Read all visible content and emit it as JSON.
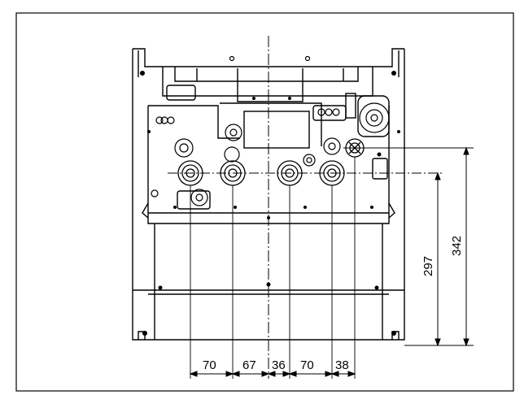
{
  "dimensions": {
    "horizontal": [
      "70",
      "67",
      "36",
      "70",
      "38"
    ],
    "vertical": [
      "297",
      "342"
    ]
  },
  "colors": {
    "line": "#000000",
    "frame": "#000000",
    "background": "#ffffff"
  }
}
